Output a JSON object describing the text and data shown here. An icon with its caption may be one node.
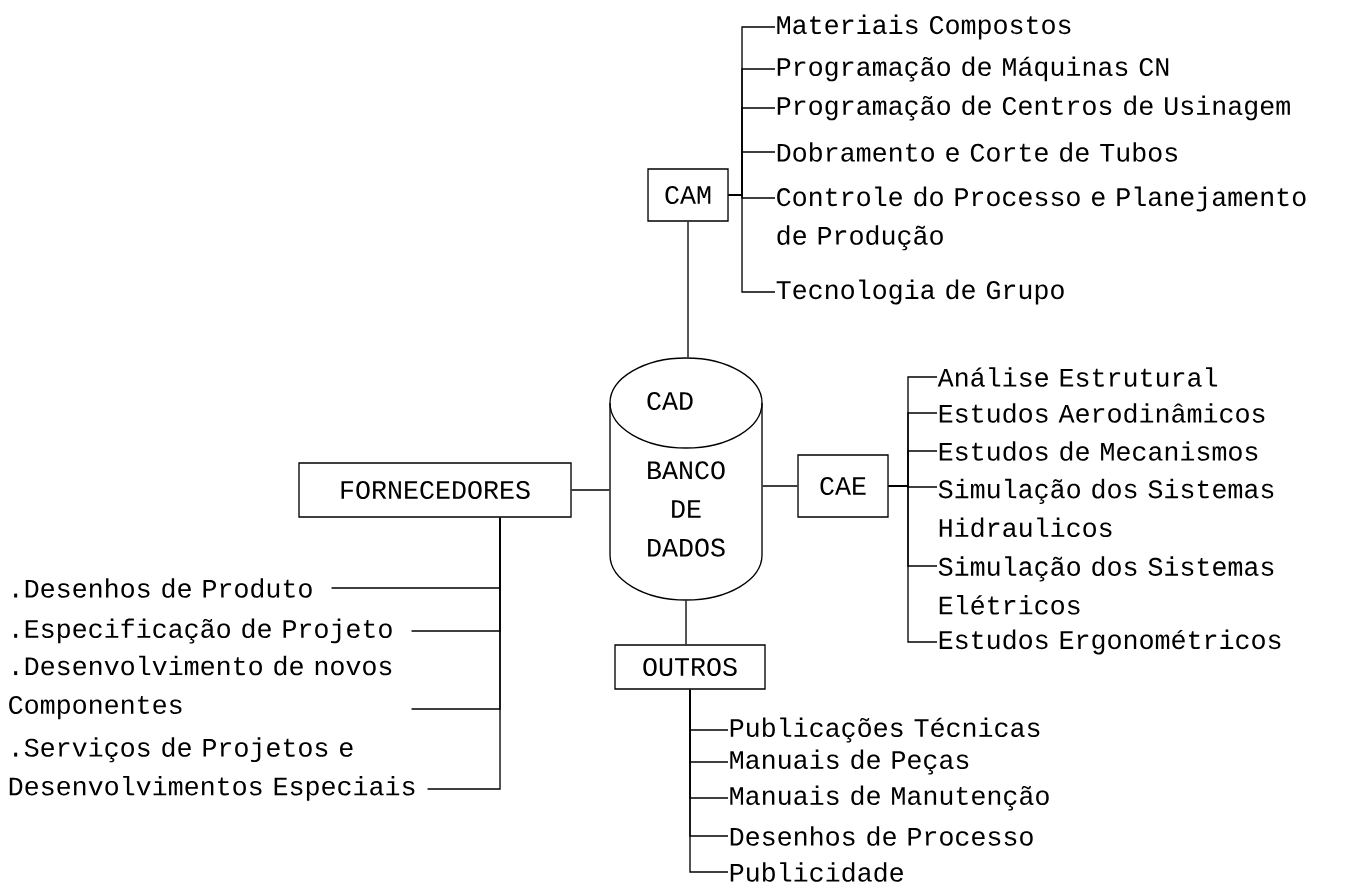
{
  "diagram": {
    "nodes": [
      {
        "text": [
          "CAD",
          "BANCO DE DADOS"
        ]
      },
      {
        "text": [
          "CAM"
        ]
      },
      {
        "text": [
          "CAE"
        ]
      },
      {
        "text": [
          "FORNECEDORES"
        ]
      },
      {
        "text": [
          "OUTROS"
        ]
      },
      {
        "text": [
          "Materiais Compostos"
        ]
      },
      {
        "text": [
          "Programação de Máquinas CN"
        ]
      },
      {
        "text": [
          "Programação de Centros de Usinagem"
        ]
      },
      {
        "text": [
          "Dobramento e Corte de Tubos"
        ]
      },
      {
        "text": [
          "Controle do Processo e Planejamento de Produção"
        ]
      },
      {
        "text": [
          "Tecnologia de Grupo"
        ]
      },
      {
        "text": [
          "Análise Estrutural"
        ]
      },
      {
        "text": [
          "Estudos Aerodinâmicos"
        ]
      },
      {
        "text": [
          "Estudos de Mecanismos"
        ]
      },
      {
        "text": [
          "Simulação dos Sistemas Hidraulicos"
        ]
      },
      {
        "text": [
          "Simulação dos Sistemas Elétricos"
        ]
      },
      {
        "text": [
          "Estudos Ergonométricos"
        ]
      },
      {
        "text": [
          ".Desenhos de Produto"
        ]
      },
      {
        "text": [
          ".Especificação de Projeto"
        ]
      },
      {
        "text": [
          ".Desenvolvimento de novos Componentes"
        ]
      },
      {
        "text": [
          ".Serviços de Projetos e Desenvolvimentos Especiais"
        ]
      },
      {
        "text": [
          "Publicações Técnicas"
        ]
      },
      {
        "text": [
          "Manuais de Peças"
        ]
      },
      {
        "text": [
          "Manuais de Manutenção"
        ]
      },
      {
        "text": [
          "Desenhos de Processo"
        ]
      },
      {
        "text": [
          "Publicidade"
        ]
      }
    ],
    "edges": [
      {
        "from": 0,
        "to": 1,
        "arrow": "none"
      },
      {
        "from": 0,
        "to": 2,
        "arrow": "none"
      },
      {
        "from": 0,
        "to": 3,
        "arrow": "none"
      },
      {
        "from": 0,
        "to": 4,
        "arrow": "none"
      },
      {
        "from": 1,
        "to": 5,
        "arrow": "none"
      },
      {
        "from": 1,
        "to": 6,
        "arrow": "none"
      },
      {
        "from": 1,
        "to": 7,
        "arrow": "none"
      },
      {
        "from": 1,
        "to": 8,
        "arrow": "none"
      },
      {
        "from": 1,
        "to": 9,
        "arrow": "none"
      },
      {
        "from": 1,
        "to": 10,
        "arrow": "none"
      },
      {
        "from": 2,
        "to": 11,
        "arrow": "none"
      },
      {
        "from": 2,
        "to": 12,
        "arrow": "none"
      },
      {
        "from": 2,
        "to": 13,
        "arrow": "none"
      },
      {
        "from": 2,
        "to": 14,
        "arrow": "none"
      },
      {
        "from": 2,
        "to": 15,
        "arrow": "none"
      },
      {
        "from": 2,
        "to": 16,
        "arrow": "none"
      },
      {
        "from": 3,
        "to": 17,
        "arrow": "none"
      },
      {
        "from": 3,
        "to": 18,
        "arrow": "none"
      },
      {
        "from": 3,
        "to": 19,
        "arrow": "none"
      },
      {
        "from": 3,
        "to": 20,
        "arrow": "none"
      },
      {
        "from": 4,
        "to": 21,
        "arrow": "none"
      },
      {
        "from": 4,
        "to": 22,
        "arrow": "none"
      },
      {
        "from": 4,
        "to": 23,
        "arrow": "none"
      },
      {
        "from": 4,
        "to": 24,
        "arrow": "none"
      },
      {
        "from": 4,
        "to": 25,
        "arrow": "none"
      }
    ]
  }
}
